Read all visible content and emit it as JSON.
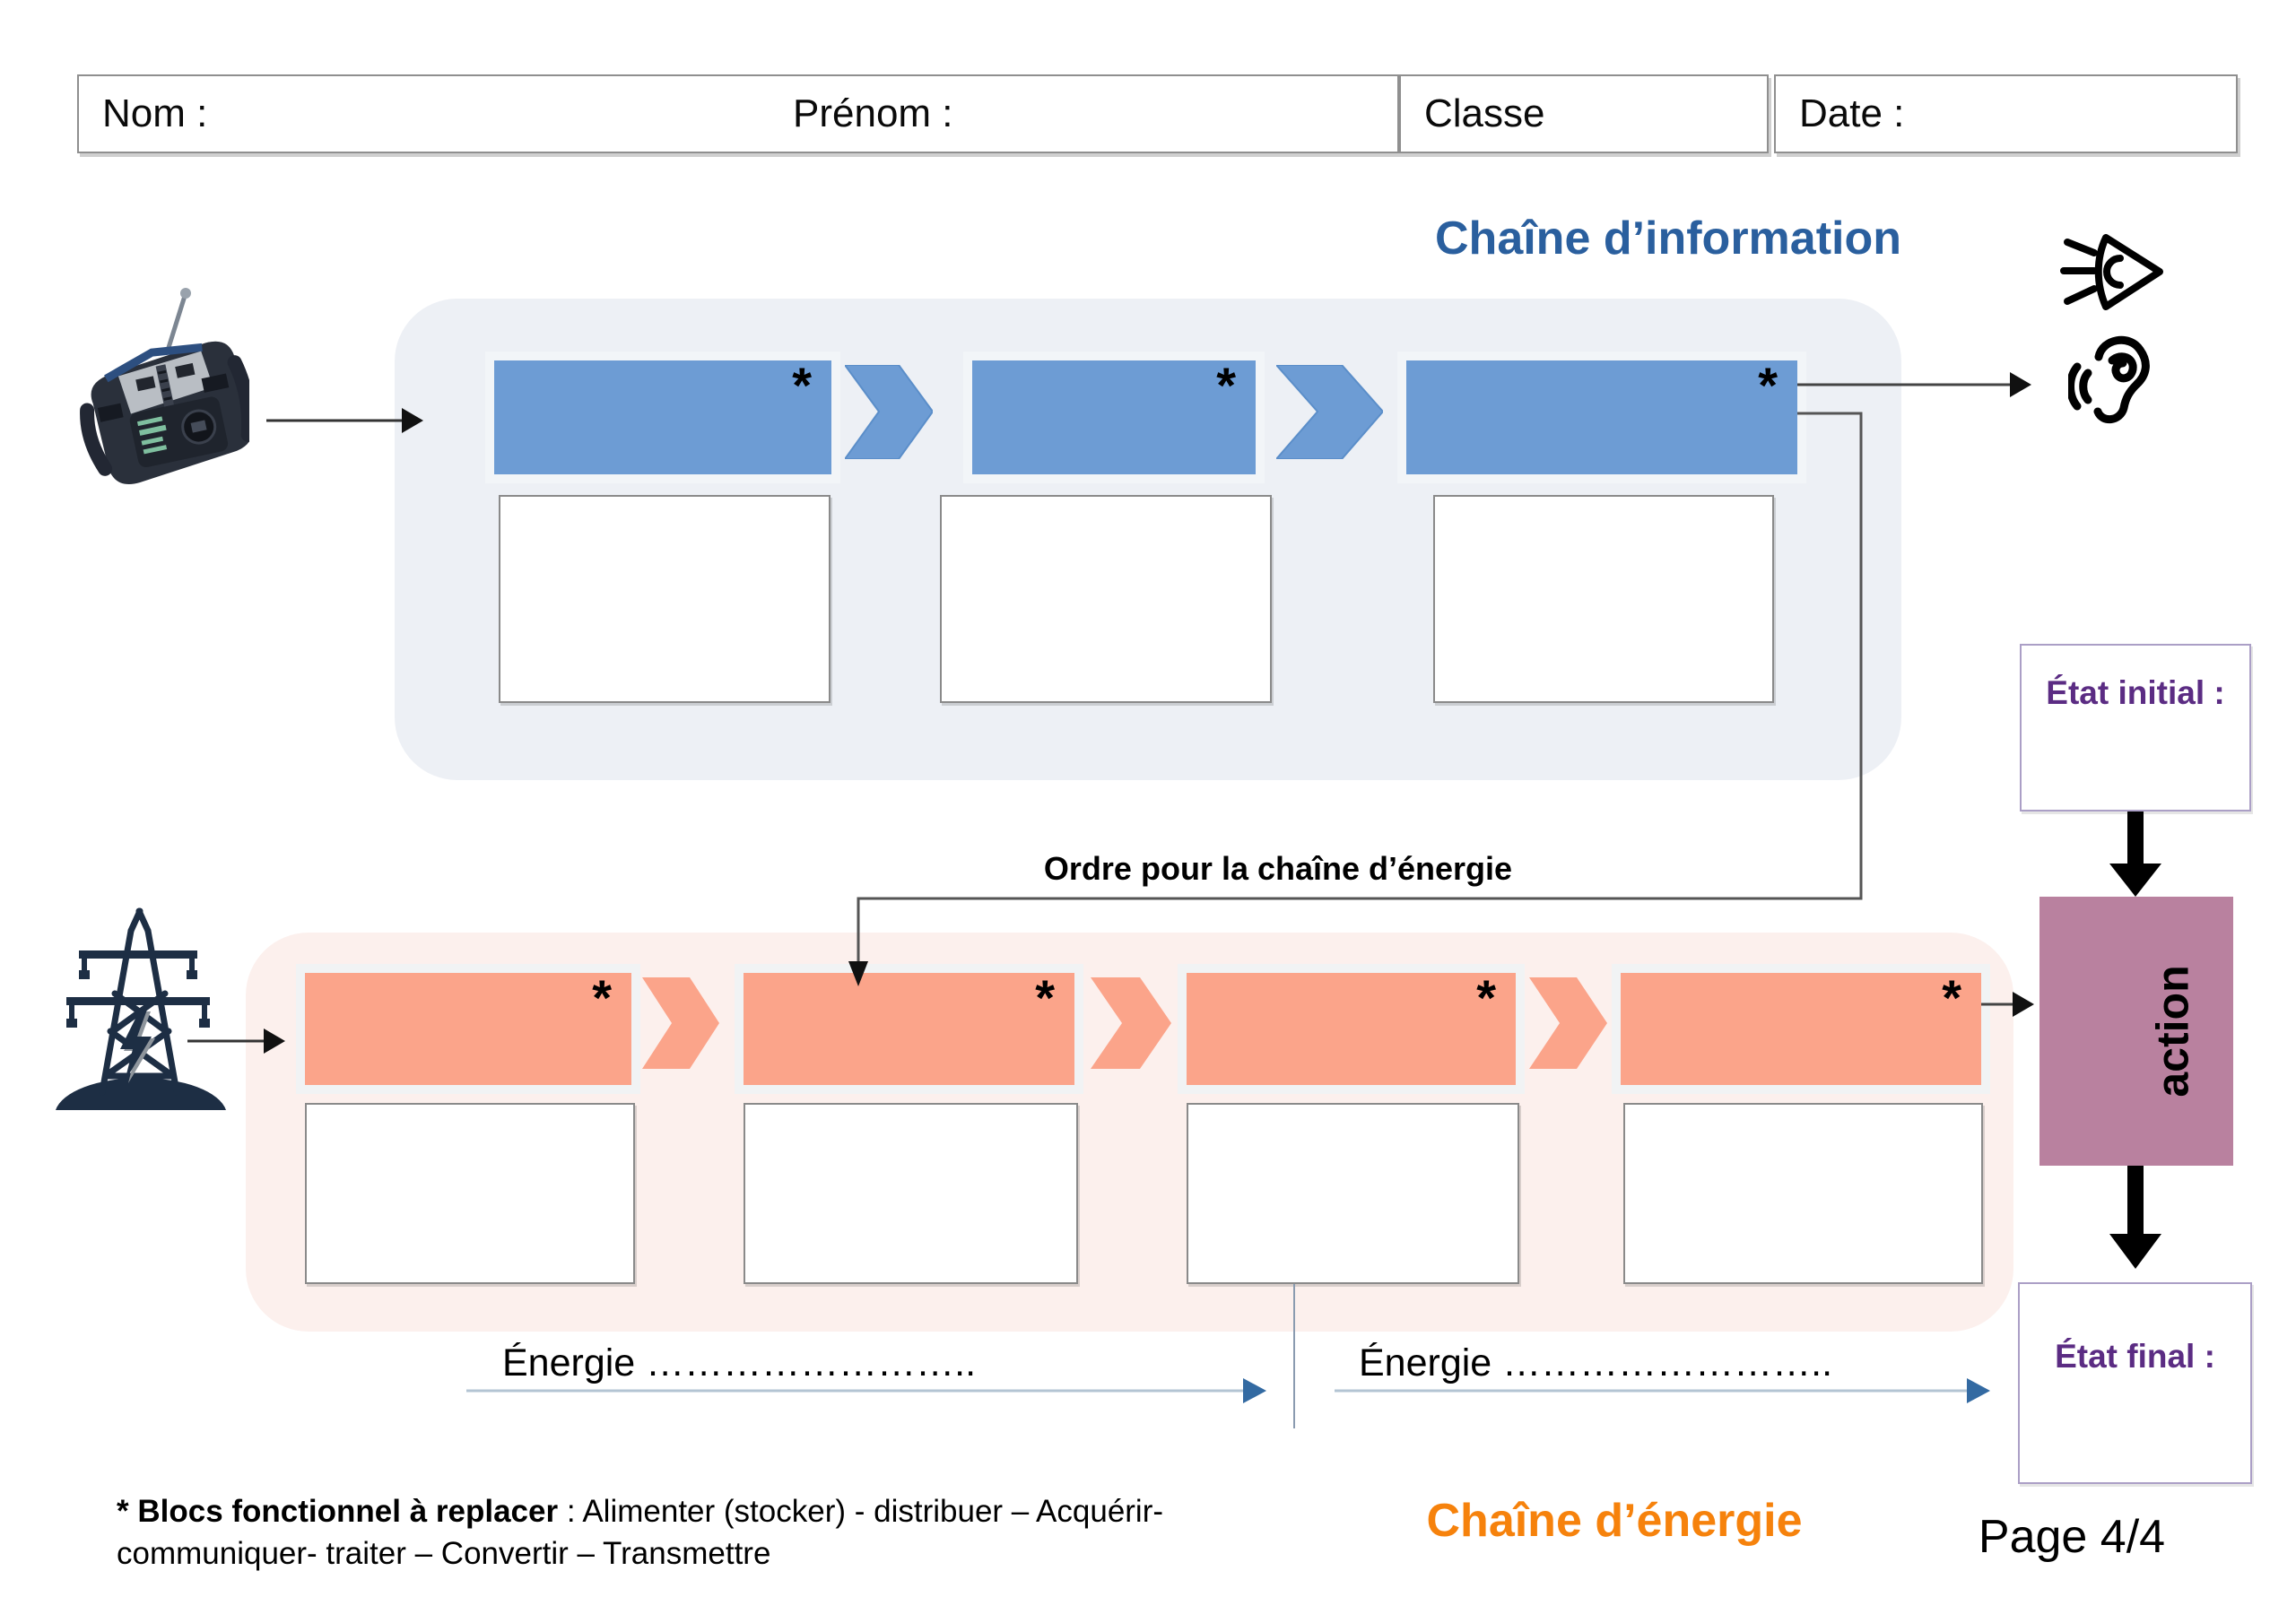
{
  "form": {
    "nom_label": "Nom :",
    "prenom_label": "Prénom :",
    "classe_label": "Classe",
    "date_label": "Date :"
  },
  "info_chain": {
    "title": "Chaîne d’information",
    "blocks": [
      {
        "marker": "*"
      },
      {
        "marker": "*"
      },
      {
        "marker": "*"
      }
    ]
  },
  "order_label": "Ordre pour la chaîne d’énergie",
  "energy_chain": {
    "title": "Chaîne d’énergie",
    "blocks": [
      {
        "marker": "*"
      },
      {
        "marker": "*"
      },
      {
        "marker": "*"
      },
      {
        "marker": "*"
      }
    ]
  },
  "states": {
    "initial_label": "État initial :",
    "action_label": "action",
    "final_label": "État final :"
  },
  "energy_flow_labels": [
    {
      "text": "Énergie …………………….."
    },
    {
      "text": "Énergie …………………….."
    }
  ],
  "footer": {
    "note_bold": "* Blocs fonctionnel à replacer",
    "note_tail": " : Alimenter (stocker) - distribuer – Acquérir-",
    "note_line2": "communiquer- traiter – Convertir – Transmettre",
    "page": "Page 4/4"
  },
  "icons": {
    "remote": "rc-transmitter-icon",
    "pylon": "electric-pylon-icon",
    "eye": "eye-icon",
    "ear": "ear-icon"
  },
  "colors": {
    "info_title": "#2A5F9E",
    "info_block": "#6D9CD4",
    "info_container": "#EDF0F5",
    "energy_title": "#F6820C",
    "energy_block": "#FBA48A",
    "energy_container": "#FCF0ED",
    "action_box": "#B9819F",
    "state_text": "#5B2C83",
    "energy_arrowhead": "#336AA2"
  }
}
